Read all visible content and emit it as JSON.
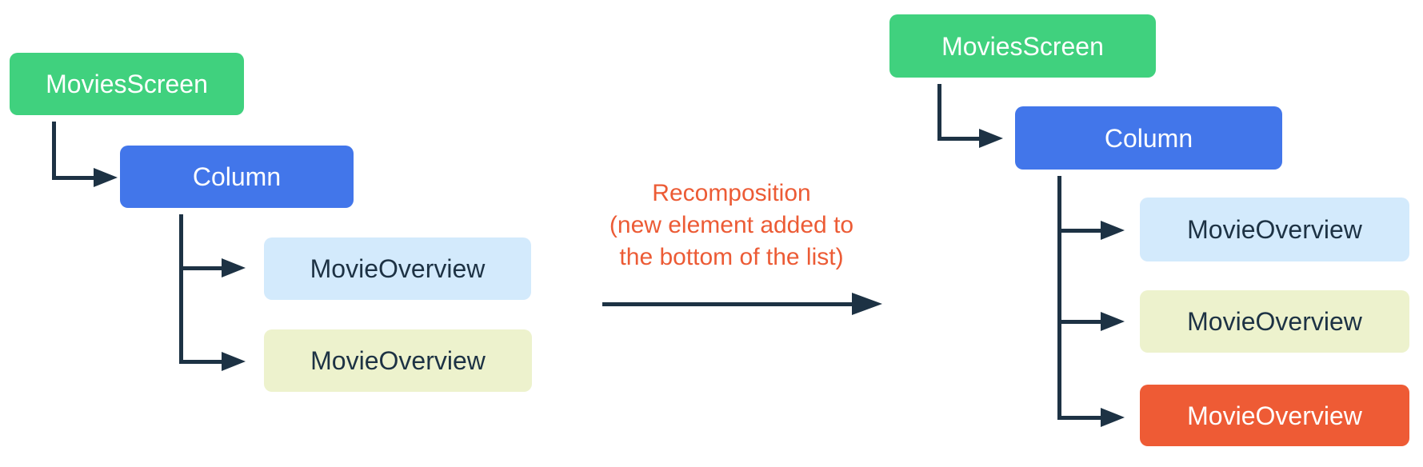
{
  "diagram": {
    "annotation": {
      "line1": "Recomposition",
      "line2": "(new element added to",
      "line3": "the bottom of the list)"
    },
    "left_tree": {
      "root": {
        "label": "MoviesScreen"
      },
      "container": {
        "label": "Column"
      },
      "children": [
        {
          "label": "MovieOverview",
          "variant": "light-blue"
        },
        {
          "label": "MovieOverview",
          "variant": "pale-yellow"
        }
      ]
    },
    "right_tree": {
      "root": {
        "label": "MoviesScreen"
      },
      "container": {
        "label": "Column"
      },
      "children": [
        {
          "label": "MovieOverview",
          "variant": "light-blue"
        },
        {
          "label": "MovieOverview",
          "variant": "pale-yellow"
        },
        {
          "label": "MovieOverview",
          "variant": "orange-new"
        }
      ]
    },
    "colors": {
      "root_green": "#40d17e",
      "column_blue": "#4276ea",
      "child_light_blue": "#d3eafc",
      "child_pale_yellow": "#edf2cd",
      "child_new_orange": "#ee5b35",
      "connector_navy": "#1d3244",
      "annotation_orange": "#ec5b35",
      "background": "#ffffff"
    }
  }
}
